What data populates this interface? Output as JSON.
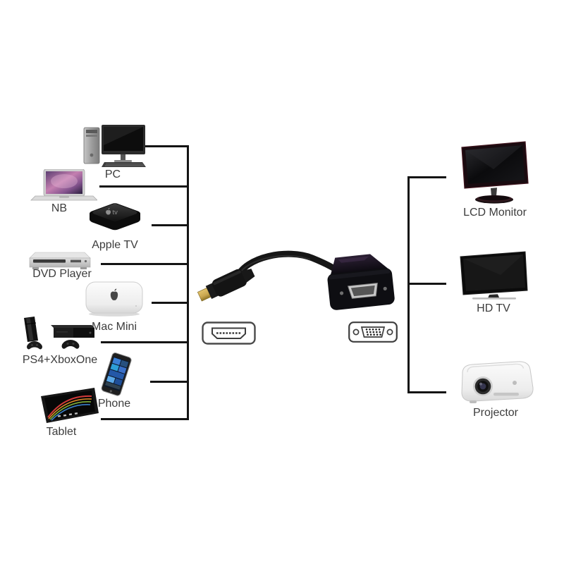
{
  "diagram_type": "hdmi-to-vga-adapter-compatibility",
  "sources": [
    {
      "id": "pc",
      "label": "PC"
    },
    {
      "id": "nb",
      "label": "NB"
    },
    {
      "id": "apple-tv",
      "label": "Apple TV"
    },
    {
      "id": "dvd-player",
      "label": "DVD Player"
    },
    {
      "id": "mac-mini",
      "label": "Mac Mini"
    },
    {
      "id": "ps4-xboxone",
      "label": "PS4+XboxOne"
    },
    {
      "id": "phone",
      "label": "Phone"
    },
    {
      "id": "tablet",
      "label": "Tablet"
    }
  ],
  "outputs": [
    {
      "id": "lcd-monitor",
      "label": "LCD Monitor"
    },
    {
      "id": "hd-tv",
      "label": "HD TV"
    },
    {
      "id": "projector",
      "label": "Projector"
    }
  ],
  "device_marks": {
    "apple_tv_logo_text": "tv"
  },
  "icons": {
    "left_port": "hdmi-port-icon",
    "right_port": "vga-port-icon",
    "center": "hdmi-to-vga-adapter-cable"
  },
  "colors": {
    "background": "#ffffff",
    "connector_line": "#141414",
    "label_text": "#3c3c3c",
    "hdmi_gold": "#c9a64f",
    "adapter_black": "#101014",
    "icon_outline": "#3d3d3d"
  }
}
